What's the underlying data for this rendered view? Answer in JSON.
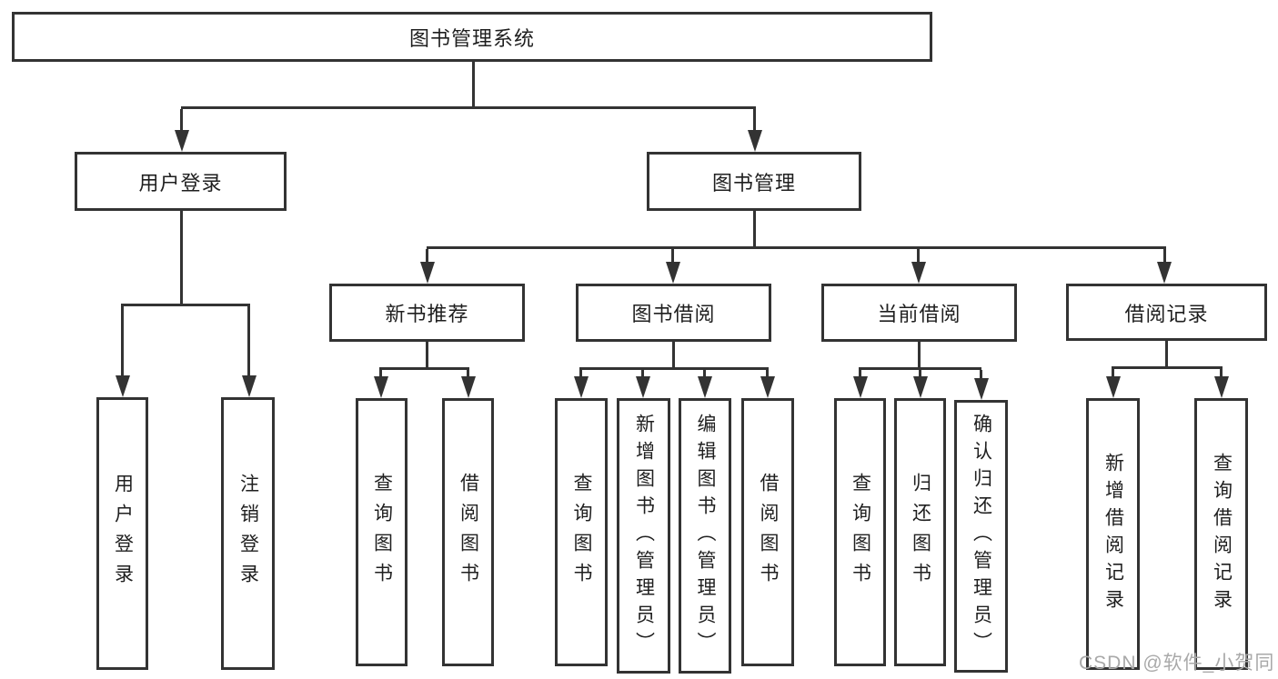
{
  "colors": {
    "line": "#333333",
    "text": "#1f1f1f",
    "box_background": "#ffffff",
    "watermark": "#a9a9a9"
  },
  "watermark": "CSDN @软件_小贺同学",
  "tree": {
    "label": "图书管理系统",
    "children": [
      {
        "label": "用户登录",
        "children": [
          {
            "label": "用户登录"
          },
          {
            "label": "注销登录"
          }
        ]
      },
      {
        "label": "图书管理",
        "children": [
          {
            "label": "新书推荐",
            "children": [
              {
                "label": "查询图书"
              },
              {
                "label": "借阅图书"
              }
            ]
          },
          {
            "label": "图书借阅",
            "children": [
              {
                "label": "查询图书"
              },
              {
                "label": "新增图书（管理员）"
              },
              {
                "label": "编辑图书（管理员）"
              },
              {
                "label": "借阅图书"
              }
            ]
          },
          {
            "label": "当前借阅",
            "children": [
              {
                "label": "查询图书"
              },
              {
                "label": "归还图书"
              },
              {
                "label": "确认归还（管理员）"
              }
            ]
          },
          {
            "label": "借阅记录",
            "children": [
              {
                "label": "新增借阅记录"
              },
              {
                "label": "查询借阅记录"
              }
            ]
          }
        ]
      }
    ]
  }
}
